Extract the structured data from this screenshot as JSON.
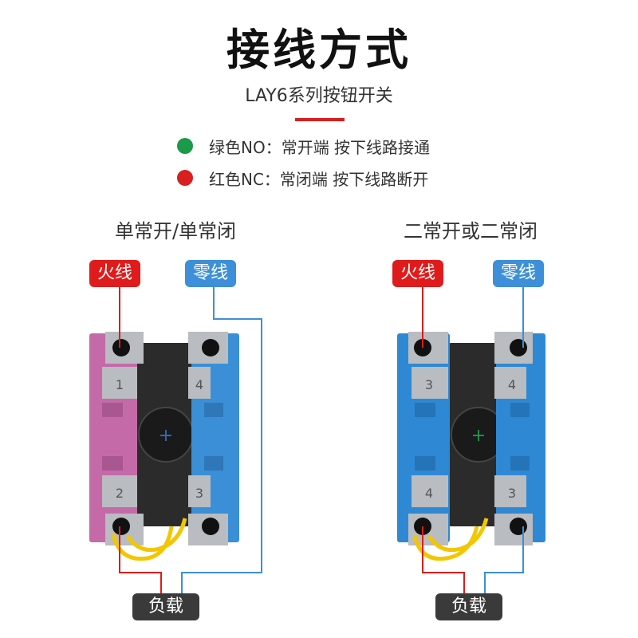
{
  "header": {
    "title": "接线方式",
    "subtitle": "LAY6系列按钮开关"
  },
  "legend": [
    {
      "label": "绿色NO：常开端 按下线路接通",
      "color": "#1b9a4a"
    },
    {
      "label": "红色NC：常闭端 按下线路断开",
      "color": "#d7201f"
    }
  ],
  "left_diagram": {
    "title": "单常开/单常闭",
    "live_label": "火线",
    "neutral_label": "零线",
    "load_label": "负载",
    "left_block_color": "#c56aa8",
    "right_block_color": "#3a8fd6",
    "terminal_labels": {
      "top_left": "1",
      "top_right": "4",
      "bottom_left": "2",
      "bottom_right": "3"
    }
  },
  "right_diagram": {
    "title": "二常开或二常闭",
    "live_label": "火线",
    "neutral_label": "零线",
    "load_label": "负载",
    "left_block_color": "#2f88d4",
    "right_block_color": "#2f88d4",
    "terminal_labels": {
      "top_left": "3",
      "top_right": "4",
      "bottom_left": "4",
      "bottom_right": "3"
    }
  },
  "colors": {
    "live_wire": "#e01b1b",
    "neutral_wire": "#3c8fd8",
    "bridge_wire": "#f2c700",
    "housing": "#2b2b2b",
    "terminal_plate": "#b9bcc0"
  }
}
